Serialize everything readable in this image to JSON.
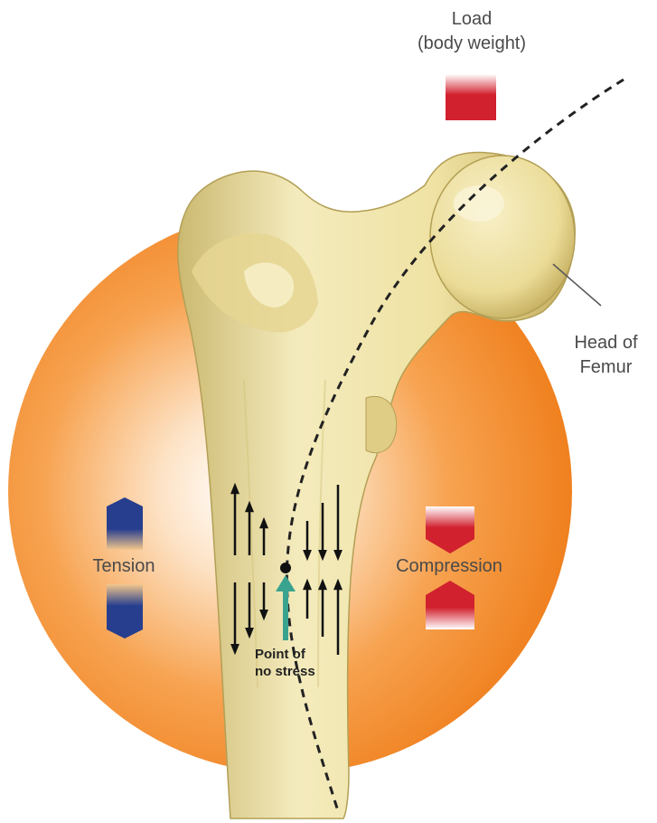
{
  "labels": {
    "load_line1": "Load",
    "load_line2": "(body weight)",
    "head_line1": "Head of",
    "head_line2": "Femur",
    "tension": "Tension",
    "compression": "Compression",
    "point_line1": "Point of",
    "point_line2": "no stress"
  },
  "colors": {
    "orange": "#f08a24",
    "bone": "#ece0a0",
    "tension_blue": "#273e8e",
    "compression_red": "#d1212e",
    "arrow_green": "#3aa38f"
  },
  "icons": {
    "load": "load-arrow-icon",
    "tension": "tension-icon",
    "compression": "compression-icon",
    "stress_arrows": "stress-arrow-icon"
  }
}
